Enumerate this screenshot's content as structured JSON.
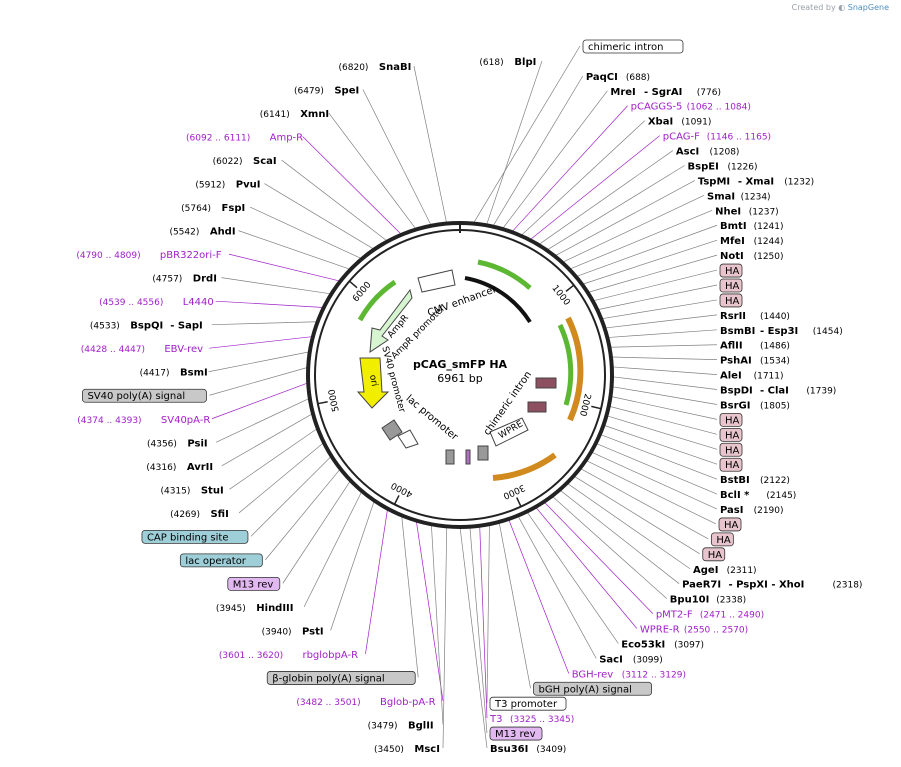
{
  "credit": {
    "prefix": "Created by",
    "brand": "SnapGene"
  },
  "plasmid": {
    "name": "pCAG_smFP HA",
    "size": "6961 bp"
  },
  "colors": {
    "primer": "#a020c8",
    "enzyme": "#000000",
    "line": "#808080",
    "amp": "#66cc44",
    "wpre_arrow": "#d08a1e"
  },
  "ticks": [
    "1000",
    "2000",
    "3000",
    "4000",
    "5000",
    "6000"
  ],
  "feature_labels": [
    {
      "text": "CMV enhancer",
      "kind": "inner"
    },
    {
      "text": "AmpR",
      "kind": "inner"
    },
    {
      "text": "AmpR promoter",
      "kind": "inner"
    },
    {
      "text": "ori",
      "kind": "inner"
    },
    {
      "text": "SV40 promoter",
      "kind": "inner"
    },
    {
      "text": "lac promoter",
      "kind": "inner"
    },
    {
      "text": "chimeric intron",
      "kind": "inner"
    },
    {
      "text": "WPRE",
      "kind": "inner"
    }
  ],
  "right_labels": [
    {
      "kind": "box",
      "name": "chimeric intron",
      "style": "white"
    },
    {
      "kind": "enz",
      "pos": "(618)",
      "name": "BlpI",
      "side": "left"
    },
    {
      "kind": "enz",
      "name": "PaqCI",
      "pos": "(688)"
    },
    {
      "kind": "enz",
      "name": "MreI",
      "extra": "- SgrAI",
      "pos": "(776)"
    },
    {
      "kind": "primer",
      "name": "pCAGGS-5",
      "pos": "(1062 .. 1084)"
    },
    {
      "kind": "enz",
      "name": "XbaI",
      "pos": "(1091)"
    },
    {
      "kind": "primer",
      "name": "pCAG-F",
      "pos": "(1146 .. 1165)"
    },
    {
      "kind": "enz",
      "name": "AscI",
      "pos": "(1208)"
    },
    {
      "kind": "enz",
      "name": "BspEI",
      "pos": "(1226)"
    },
    {
      "kind": "enz",
      "name": "TspMI",
      "extra": "- XmaI",
      "pos": "(1232)"
    },
    {
      "kind": "enz",
      "name": "SmaI",
      "pos": "(1234)"
    },
    {
      "kind": "enz",
      "name": "NheI",
      "pos": "(1237)"
    },
    {
      "kind": "enz",
      "name": "BmtI",
      "pos": "(1241)"
    },
    {
      "kind": "enz",
      "name": "MfeI",
      "pos": "(1244)"
    },
    {
      "kind": "enz",
      "name": "NotI",
      "pos": "(1250)"
    },
    {
      "kind": "box",
      "name": "HA",
      "style": "pink"
    },
    {
      "kind": "box",
      "name": "HA",
      "style": "pink"
    },
    {
      "kind": "box",
      "name": "HA",
      "style": "pink"
    },
    {
      "kind": "enz",
      "name": "RsrII",
      "pos": "(1440)"
    },
    {
      "kind": "enz",
      "name": "BsmBI",
      "extra": "- Esp3I",
      "pos": "(1454)"
    },
    {
      "kind": "enz",
      "name": "AflII",
      "pos": "(1486)"
    },
    {
      "kind": "enz",
      "name": "PshAI",
      "pos": "(1534)"
    },
    {
      "kind": "enz",
      "name": "AleI",
      "pos": "(1711)"
    },
    {
      "kind": "enz",
      "name": "BspDI",
      "extra": "- ClaI",
      "pos": "(1739)"
    },
    {
      "kind": "enz",
      "name": "BsrGI",
      "pos": "(1805)"
    },
    {
      "kind": "box",
      "name": "HA",
      "style": "pink"
    },
    {
      "kind": "box",
      "name": "HA",
      "style": "pink"
    },
    {
      "kind": "box",
      "name": "HA",
      "style": "pink"
    },
    {
      "kind": "box",
      "name": "HA",
      "style": "pink"
    },
    {
      "kind": "enz",
      "name": "BstBI",
      "pos": "(2122)"
    },
    {
      "kind": "enz",
      "name": "BclI *",
      "pos": "(2145)"
    },
    {
      "kind": "enz",
      "name": "PasI",
      "pos": "(2190)"
    },
    {
      "kind": "box",
      "name": "HA",
      "style": "pink"
    },
    {
      "kind": "box",
      "name": "HA",
      "style": "pink"
    },
    {
      "kind": "box",
      "name": "HA",
      "style": "pink"
    },
    {
      "kind": "enz",
      "name": "AgeI",
      "pos": "(2311)"
    },
    {
      "kind": "enz",
      "name": "PaeR7I",
      "extra": "- PspXI  - XhoI",
      "pos": "(2318)"
    },
    {
      "kind": "enz",
      "name": "Bpu10I",
      "pos": "(2338)"
    },
    {
      "kind": "primer",
      "name": "pMT2-F",
      "pos": "(2471 .. 2490)"
    },
    {
      "kind": "primer",
      "name": "WPRE-R",
      "pos": "(2550 .. 2570)"
    },
    {
      "kind": "enz",
      "name": "Eco53kI",
      "pos": "(3097)"
    },
    {
      "kind": "enz",
      "name": "SacI",
      "pos": "(3099)"
    },
    {
      "kind": "primer",
      "name": "BGH-rev",
      "pos": "(3112 .. 3129)"
    },
    {
      "kind": "box",
      "name": "bGH poly(A) signal",
      "style": "gray"
    },
    {
      "kind": "box",
      "name": "T3 promoter",
      "style": "white"
    },
    {
      "kind": "primer",
      "name": "T3",
      "pos": "(3325 .. 3345)"
    },
    {
      "kind": "box",
      "name": "M13 rev",
      "style": "violet"
    },
    {
      "kind": "enz",
      "name": "Bsu36I",
      "pos": "(3409)"
    }
  ],
  "left_labels": [
    {
      "kind": "enz",
      "name": "SnaBI",
      "pos": "(6820)"
    },
    {
      "kind": "enz",
      "name": "SpeI",
      "pos": "(6479)"
    },
    {
      "kind": "enz",
      "name": "XmnI",
      "pos": "(6141)"
    },
    {
      "kind": "primer",
      "name": "Amp-R",
      "pos": "(6092 .. 6111)"
    },
    {
      "kind": "enz",
      "name": "ScaI",
      "pos": "(6022)"
    },
    {
      "kind": "enz",
      "name": "PvuI",
      "pos": "(5912)"
    },
    {
      "kind": "enz",
      "name": "FspI",
      "pos": "(5764)"
    },
    {
      "kind": "enz",
      "name": "AhdI",
      "pos": "(5542)"
    },
    {
      "kind": "primer",
      "name": "pBR322ori-F",
      "pos": "(4790 .. 4809)"
    },
    {
      "kind": "enz",
      "name": "DrdI",
      "pos": "(4757)"
    },
    {
      "kind": "primer",
      "name": "L4440",
      "pos": "(4539 .. 4556)"
    },
    {
      "kind": "enz",
      "name": "BspQI",
      "extra": "- SapI",
      "pos": "(4533)"
    },
    {
      "kind": "primer",
      "name": "EBV-rev",
      "pos": "(4428 .. 4447)"
    },
    {
      "kind": "enz",
      "name": "BsmI",
      "pos": "(4417)"
    },
    {
      "kind": "box",
      "name": "SV40 poly(A) signal",
      "style": "gray"
    },
    {
      "kind": "primer",
      "name": "SV40pA-R",
      "pos": "(4374 .. 4393)"
    },
    {
      "kind": "enz",
      "name": "PsiI",
      "pos": "(4356)"
    },
    {
      "kind": "enz",
      "name": "AvrII",
      "pos": "(4316)"
    },
    {
      "kind": "enz",
      "name": "StuI",
      "pos": "(4315)"
    },
    {
      "kind": "enz",
      "name": "SfiI",
      "pos": "(4269)"
    },
    {
      "kind": "box",
      "name": "CAP binding site",
      "style": "teal"
    },
    {
      "kind": "box",
      "name": "lac operator",
      "style": "teal"
    },
    {
      "kind": "box",
      "name": "M13 rev",
      "style": "violet"
    },
    {
      "kind": "enz",
      "name": "HindIII",
      "pos": "(3945)"
    },
    {
      "kind": "enz",
      "name": "PstI",
      "pos": "(3940)"
    },
    {
      "kind": "primer",
      "name": "rbglobpA-R",
      "pos": "(3601 .. 3620)"
    },
    {
      "kind": "box",
      "name": "β-globin poly(A) signal",
      "style": "gray"
    },
    {
      "kind": "primer",
      "name": "Bglob-pA-R",
      "pos": "(3482 .. 3501)"
    },
    {
      "kind": "enz",
      "name": "BglII",
      "pos": "(3479)"
    },
    {
      "kind": "enz",
      "name": "MscI",
      "pos": "(3450)"
    }
  ]
}
